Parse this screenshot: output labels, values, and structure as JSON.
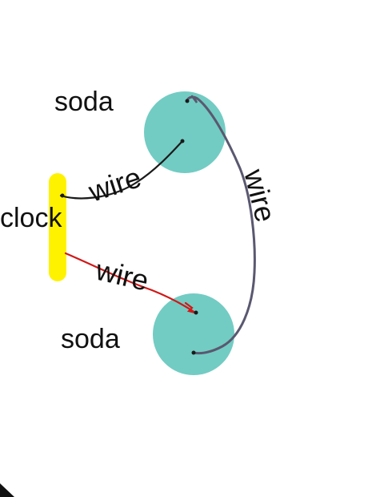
{
  "diagram": {
    "soda_top": {
      "label": "soda",
      "color": "#72CCC3"
    },
    "soda_bottom": {
      "label": "soda",
      "color": "#72CCC3"
    },
    "clock": {
      "label": "clock",
      "color": "#FFF200"
    },
    "wire_clock_to_soda_top": {
      "label": "wire",
      "color": "#1a1a1a"
    },
    "wire_clock_to_soda_bottom": {
      "label": "wire",
      "color": "#D01818"
    },
    "wire_soda_to_soda": {
      "label": "wire",
      "color": "#5A5870"
    }
  }
}
